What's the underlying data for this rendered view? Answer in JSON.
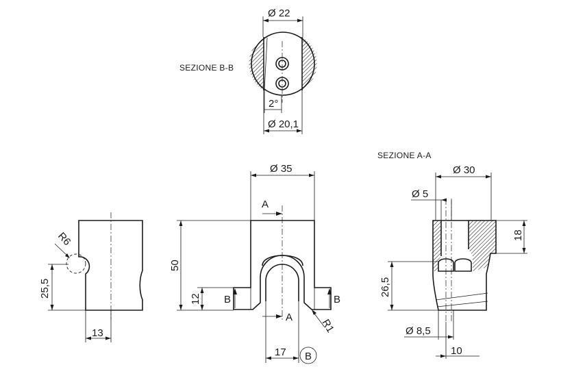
{
  "sections": {
    "b_b_title": "SEZIONE B-B",
    "a_a_title": "SEZIONE A-A"
  },
  "dims": {
    "d22": "Ø 22",
    "d20_1": "Ø 20,1",
    "angle": "2°",
    "d35": "Ø 35",
    "len50": "50",
    "len12": "12",
    "len17": "17",
    "r1": "R1",
    "d30": "Ø 30",
    "d5": "Ø 5",
    "len18": "18",
    "len26_5": "26,5",
    "d8_5": "Ø 8,5",
    "len10": "10",
    "r6": "R6",
    "len25_5": "25,5",
    "len13": "13"
  },
  "markers": {
    "section_a": "A",
    "section_b": "B",
    "detail_b": "B"
  }
}
